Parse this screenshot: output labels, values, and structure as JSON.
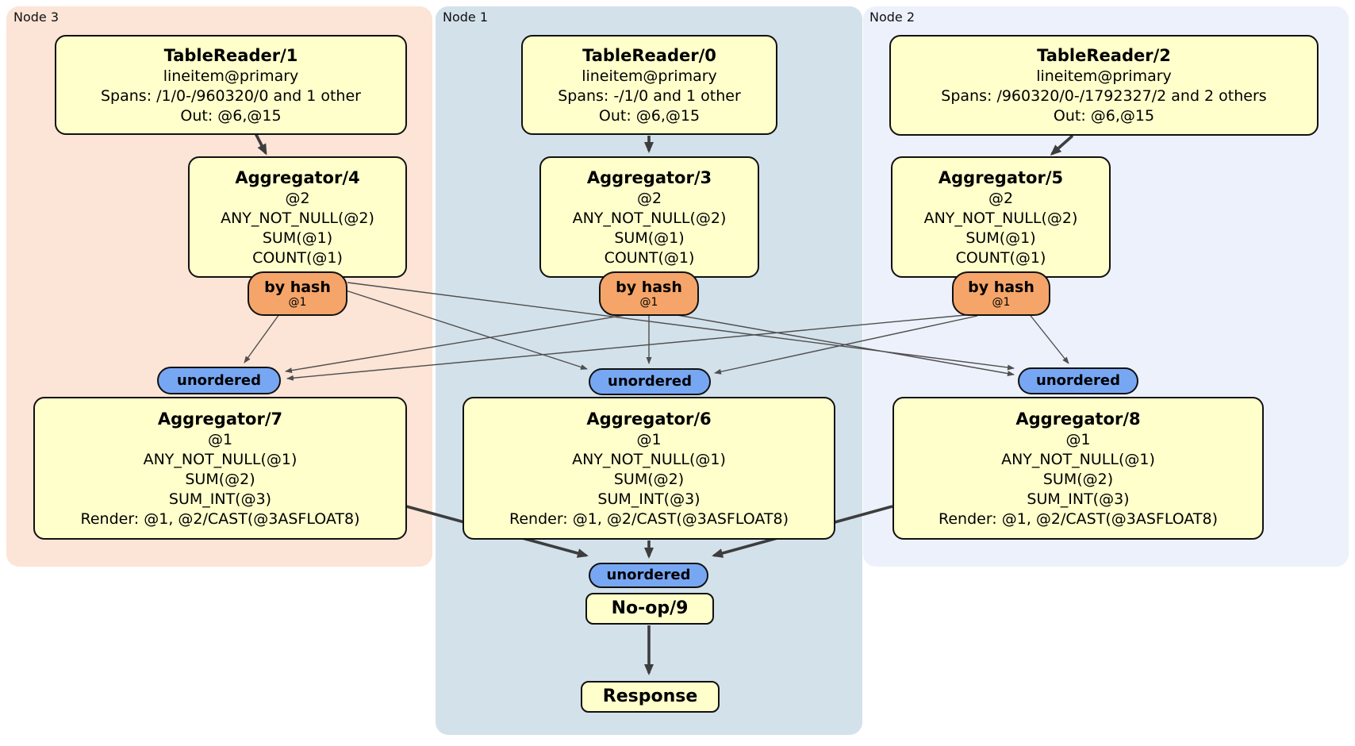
{
  "colors": {
    "node3_bg": "#fce4d6",
    "node1_bg": "#d3e1ea",
    "node2_bg": "#edf1fb",
    "processor_box_bg": "#ffffcc",
    "processor_box_border": "#111111",
    "router_bg": "#f5a569",
    "sync_bg": "#77a7f3",
    "edge_thin": "#4e4e4e",
    "edge_thick": "#3d3d3d"
  },
  "regions": [
    {
      "label": "Node 3"
    },
    {
      "label": "Node 1"
    },
    {
      "label": "Node 2"
    }
  ],
  "nodes": [
    {
      "table_reader": {
        "title": "TableReader/1",
        "lines": [
          "lineitem@primary",
          "Spans: /1/0-/960320/0 and 1 other",
          "Out: @6,@15"
        ]
      },
      "agg_top": {
        "title": "Aggregator/4",
        "lines": [
          "@2",
          "ANY_NOT_NULL(@2)",
          "SUM(@1)",
          "COUNT(@1)"
        ]
      },
      "router": {
        "label": "by hash",
        "detail": "@1"
      },
      "sync": {
        "label": "unordered"
      },
      "agg_bottom": {
        "title": "Aggregator/7",
        "lines": [
          "@1",
          "ANY_NOT_NULL(@1)",
          "SUM(@2)",
          "SUM_INT(@3)",
          "Render: @1, @2/CAST(@3ASFLOAT8)"
        ]
      }
    },
    {
      "table_reader": {
        "title": "TableReader/0",
        "lines": [
          "lineitem@primary",
          "Spans: -/1/0 and 1 other",
          "Out: @6,@15"
        ]
      },
      "agg_top": {
        "title": "Aggregator/3",
        "lines": [
          "@2",
          "ANY_NOT_NULL(@2)",
          "SUM(@1)",
          "COUNT(@1)"
        ]
      },
      "router": {
        "label": "by hash",
        "detail": "@1"
      },
      "sync": {
        "label": "unordered"
      },
      "agg_bottom": {
        "title": "Aggregator/6",
        "lines": [
          "@1",
          "ANY_NOT_NULL(@1)",
          "SUM(@2)",
          "SUM_INT(@3)",
          "Render: @1, @2/CAST(@3ASFLOAT8)"
        ]
      }
    },
    {
      "table_reader": {
        "title": "TableReader/2",
        "lines": [
          "lineitem@primary",
          "Spans: /960320/0-/1792327/2 and 2 others",
          "Out: @6,@15"
        ]
      },
      "agg_top": {
        "title": "Aggregator/5",
        "lines": [
          "@2",
          "ANY_NOT_NULL(@2)",
          "SUM(@1)",
          "COUNT(@1)"
        ]
      },
      "router": {
        "label": "by hash",
        "detail": "@1"
      },
      "sync": {
        "label": "unordered"
      },
      "agg_bottom": {
        "title": "Aggregator/8",
        "lines": [
          "@1",
          "ANY_NOT_NULL(@1)",
          "SUM(@2)",
          "SUM_INT(@3)",
          "Render: @1, @2/CAST(@3ASFLOAT8)"
        ]
      }
    }
  ],
  "output": {
    "sync": {
      "label": "unordered"
    },
    "noop": {
      "title": "No-op/9"
    },
    "response": {
      "title": "Response"
    }
  }
}
